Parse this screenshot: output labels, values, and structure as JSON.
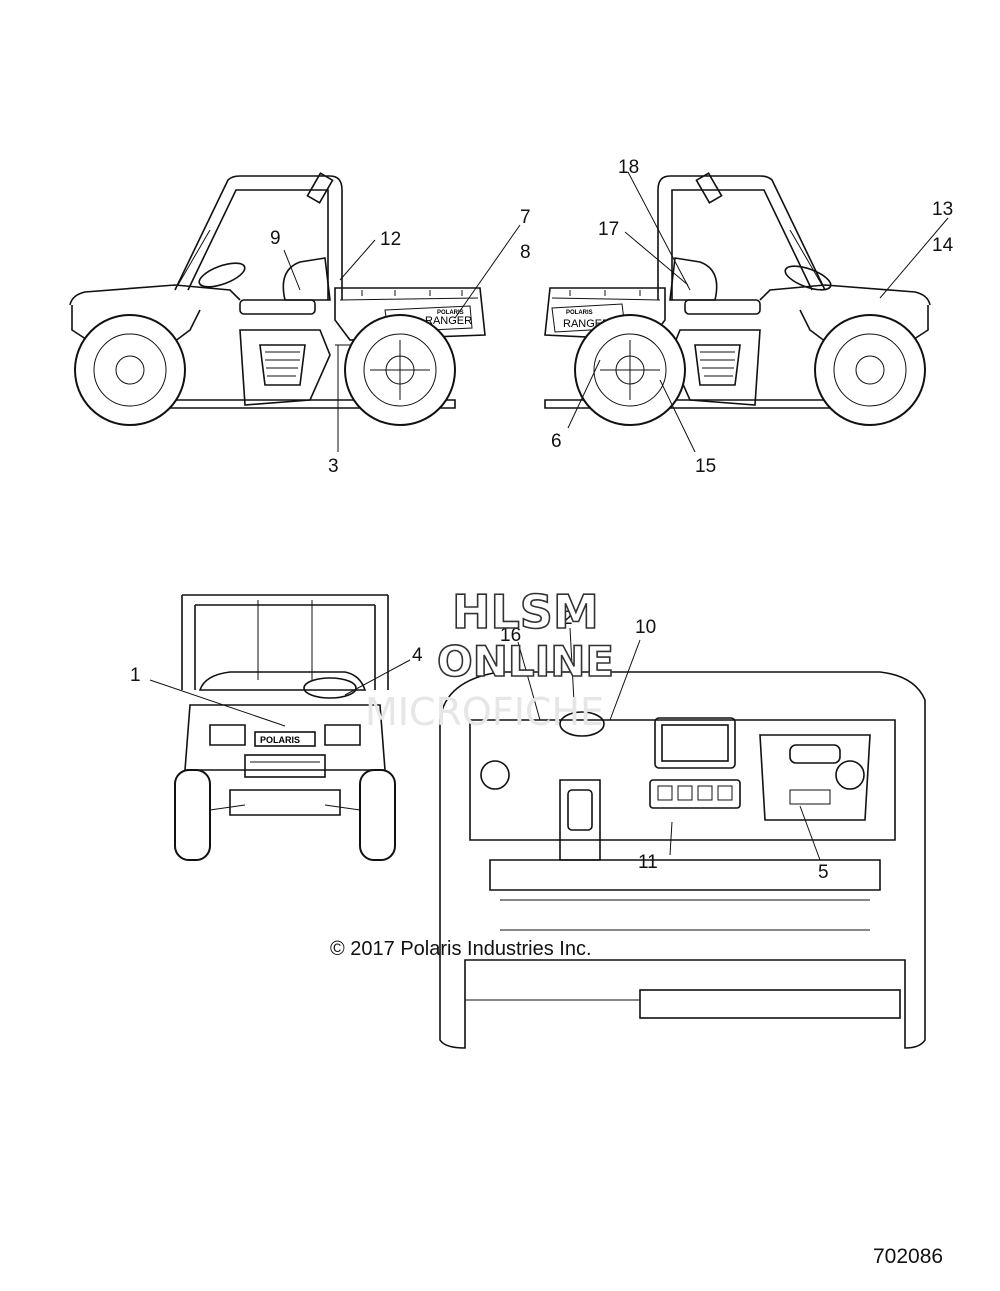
{
  "callouts": [
    {
      "id": "c1",
      "text": "1"
    },
    {
      "id": "c2",
      "text": "2"
    },
    {
      "id": "c3",
      "text": "3"
    },
    {
      "id": "c4",
      "text": "4"
    },
    {
      "id": "c5",
      "text": "5"
    },
    {
      "id": "c6",
      "text": "6"
    },
    {
      "id": "c7",
      "text": "7"
    },
    {
      "id": "c8",
      "text": "8"
    },
    {
      "id": "c9",
      "text": "9"
    },
    {
      "id": "c10",
      "text": "10"
    },
    {
      "id": "c11",
      "text": "11"
    },
    {
      "id": "c12",
      "text": "12"
    },
    {
      "id": "c13",
      "text": "13"
    },
    {
      "id": "c14",
      "text": "14"
    },
    {
      "id": "c15",
      "text": "15"
    },
    {
      "id": "c16",
      "text": "16"
    },
    {
      "id": "c17",
      "text": "17"
    },
    {
      "id": "c18",
      "text": "18"
    }
  ],
  "decals": {
    "brand_small": "POLARIS",
    "ranger_left": "RANGER",
    "ranger_right": "RANGER",
    "grille_brand": "POLARIS"
  },
  "watermark": {
    "line1": "HLSM",
    "line2": "ONLINE",
    "line3": "MICROFICHE"
  },
  "copyright": "© 2017 Polaris Industries Inc.",
  "figure_number": "702086"
}
